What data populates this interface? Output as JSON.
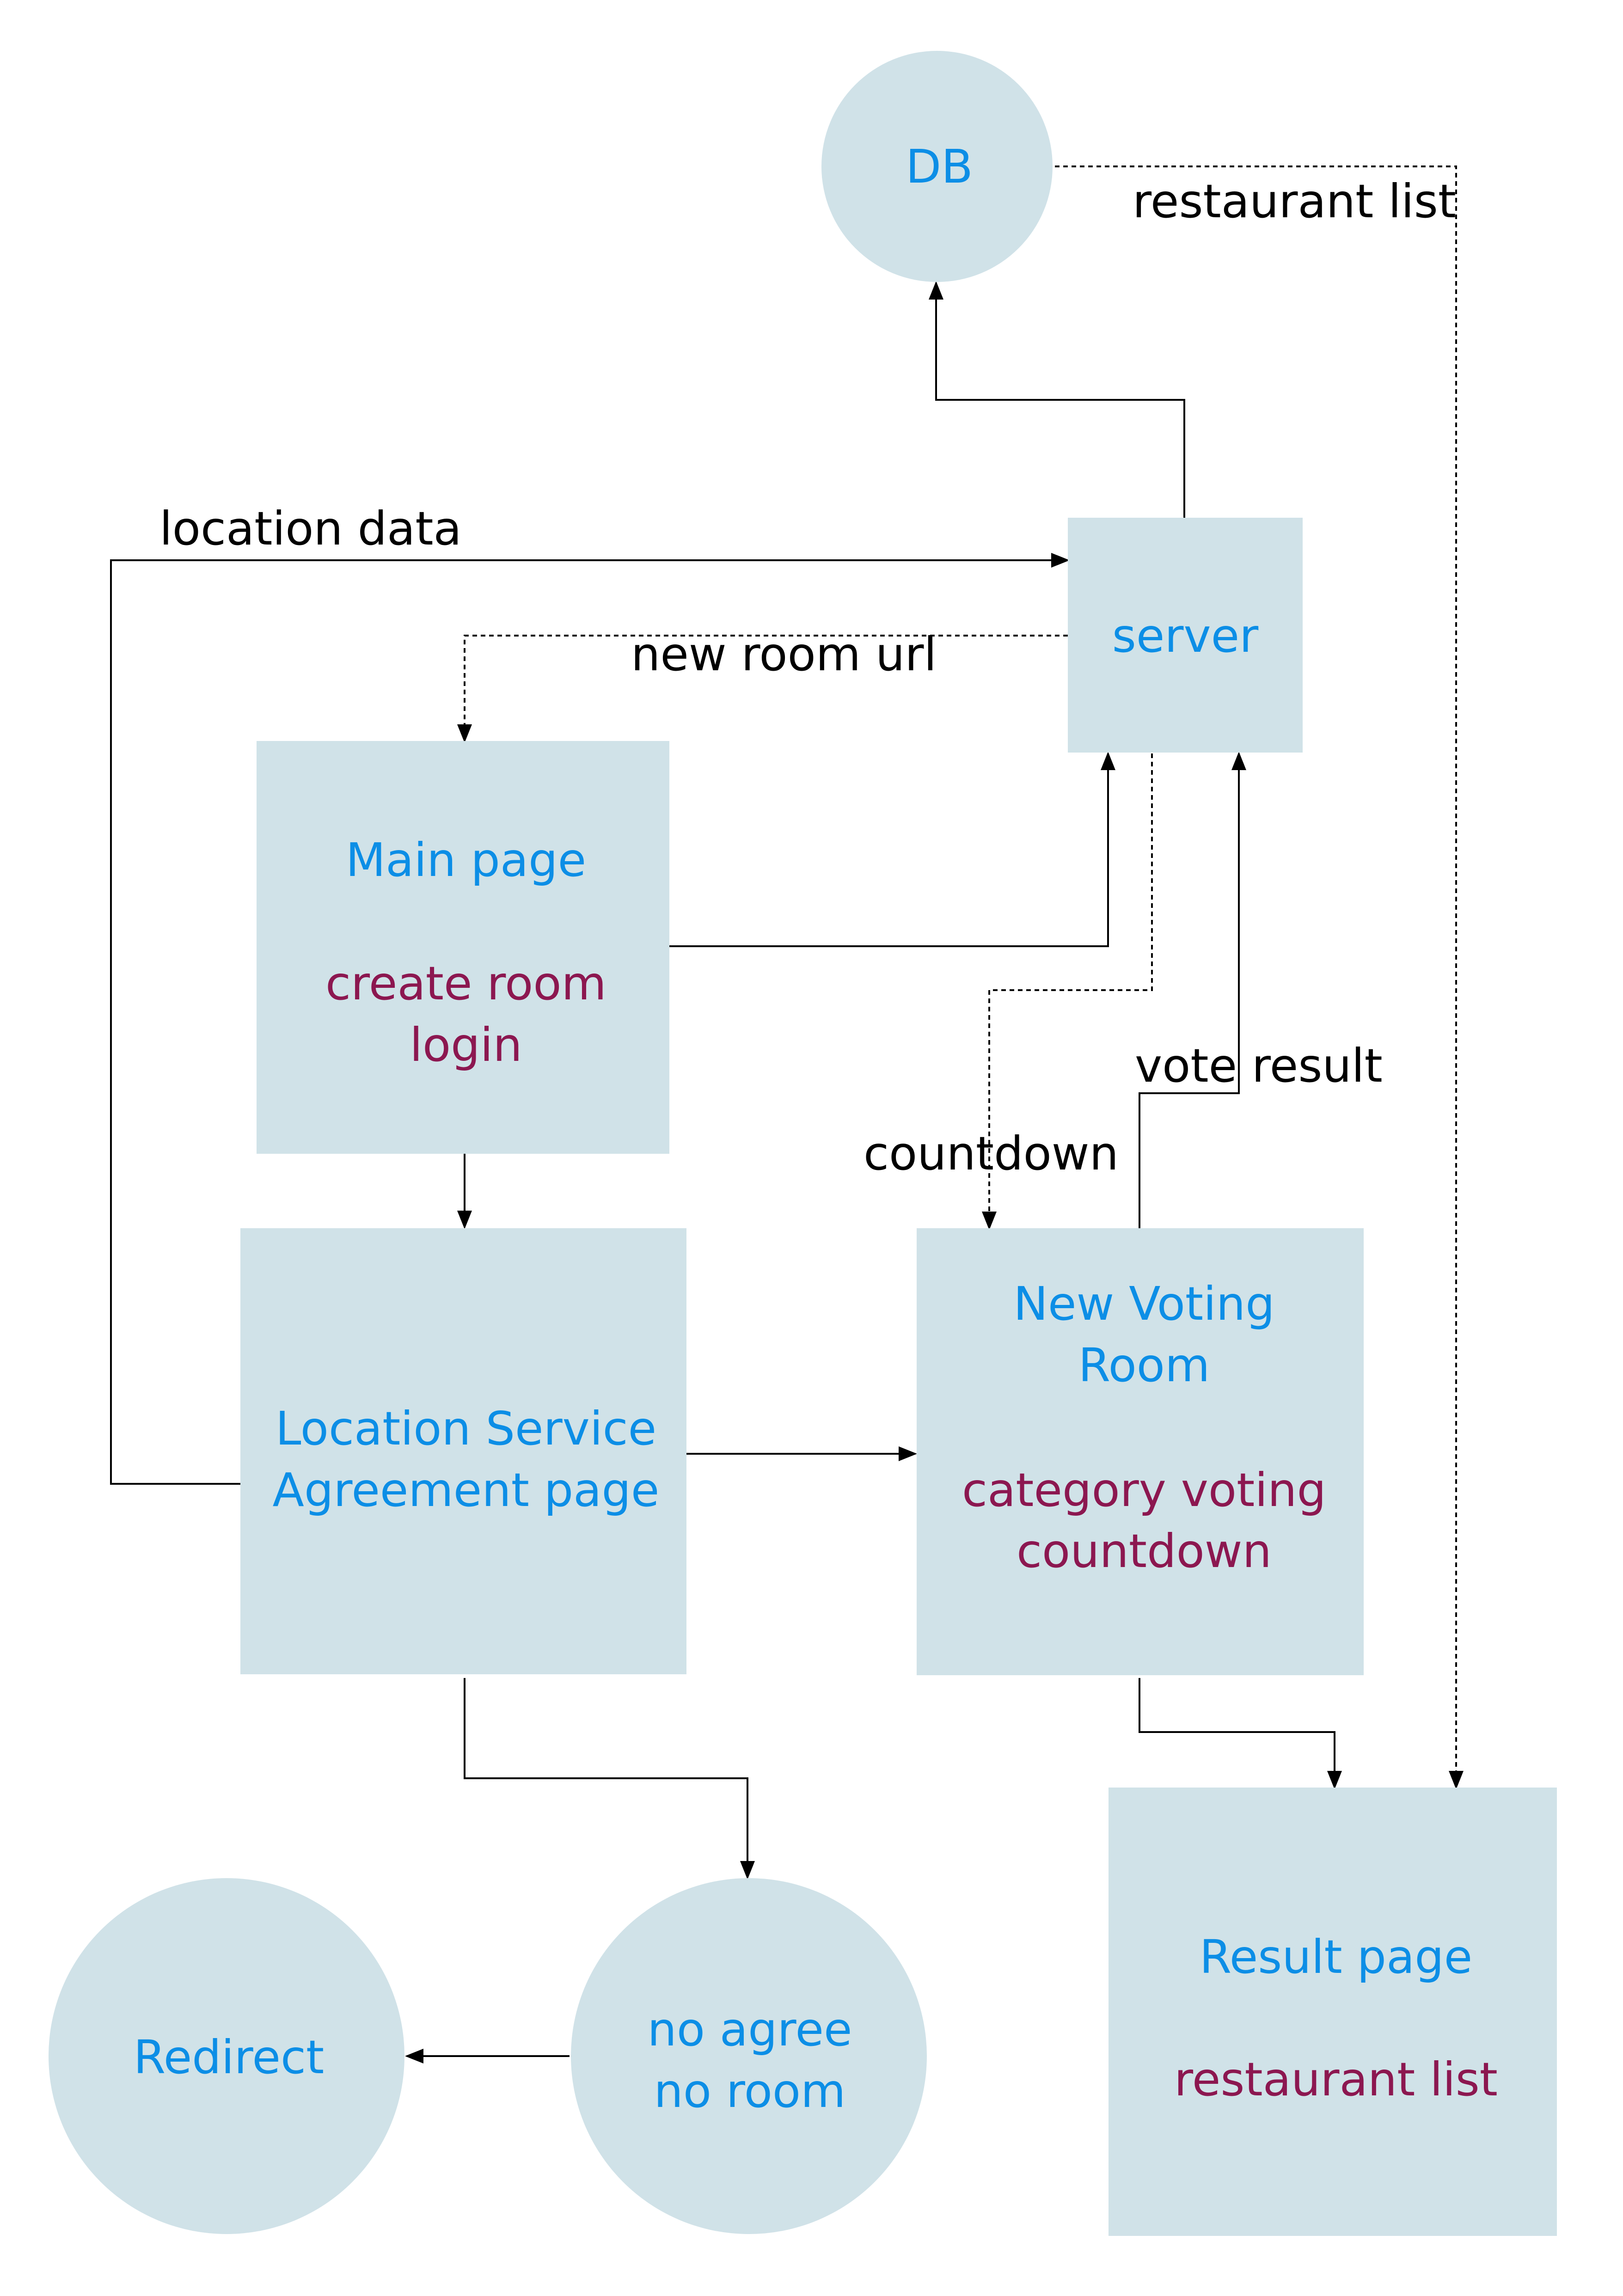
{
  "nodes": {
    "db": {
      "title": "DB"
    },
    "server": {
      "title": "server"
    },
    "main_page": {
      "title": "Main page",
      "lines": [
        "create room",
        "login"
      ]
    },
    "location_page": {
      "title_lines": [
        "Location Service",
        "Agreement page"
      ]
    },
    "voting_room": {
      "title_lines": [
        "New Voting",
        "Room"
      ],
      "lines": [
        "category voting",
        "countdown"
      ]
    },
    "result_page": {
      "title": "Result page",
      "lines": [
        "restaurant list"
      ]
    },
    "no_agree": {
      "title_lines": [
        "no agree",
        "no room"
      ]
    },
    "redirect": {
      "title": "Redirect"
    }
  },
  "edges": {
    "restaurant_list": "restaurant list",
    "location_data": "location data",
    "new_room_url": "new room url",
    "countdown": "countdown",
    "vote_result": "vote result"
  },
  "colors": {
    "node_fill": "#d0e2e8",
    "title_text": "#0c8ee6",
    "detail_text": "#8c1750",
    "edge": "#000000"
  }
}
